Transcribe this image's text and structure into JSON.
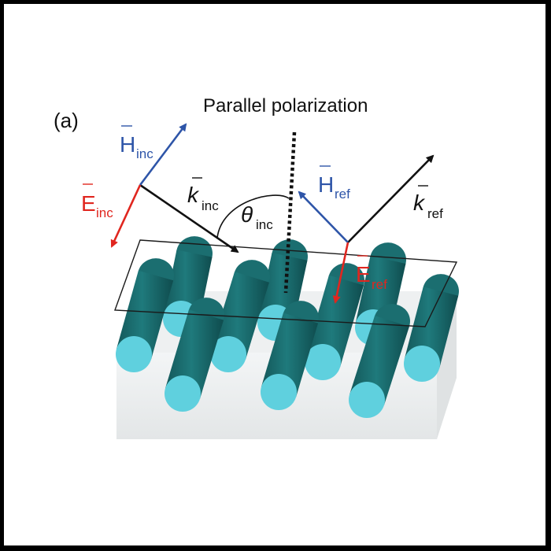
{
  "panel_label": "(a)",
  "title": "Parallel polarization",
  "labels": {
    "h_inc": {
      "main": "H",
      "sub": "inc"
    },
    "e_inc": {
      "main": "E",
      "sub": "inc"
    },
    "k_inc": {
      "main": "k",
      "sub": "inc"
    },
    "theta_inc": {
      "main": "θ",
      "sub": "inc"
    },
    "h_ref": {
      "main": "H",
      "sub": "ref"
    },
    "e_ref": {
      "main": "E",
      "sub": "ref"
    },
    "k_ref": {
      "main": "k",
      "sub": "ref"
    }
  },
  "colors": {
    "magnetic": "#2e55a8",
    "electric": "#e0261f",
    "wave_vector": "#111111",
    "rod_body": "#1d7476",
    "rod_cap": "#5fd0de",
    "substrate": "#e9eced"
  }
}
